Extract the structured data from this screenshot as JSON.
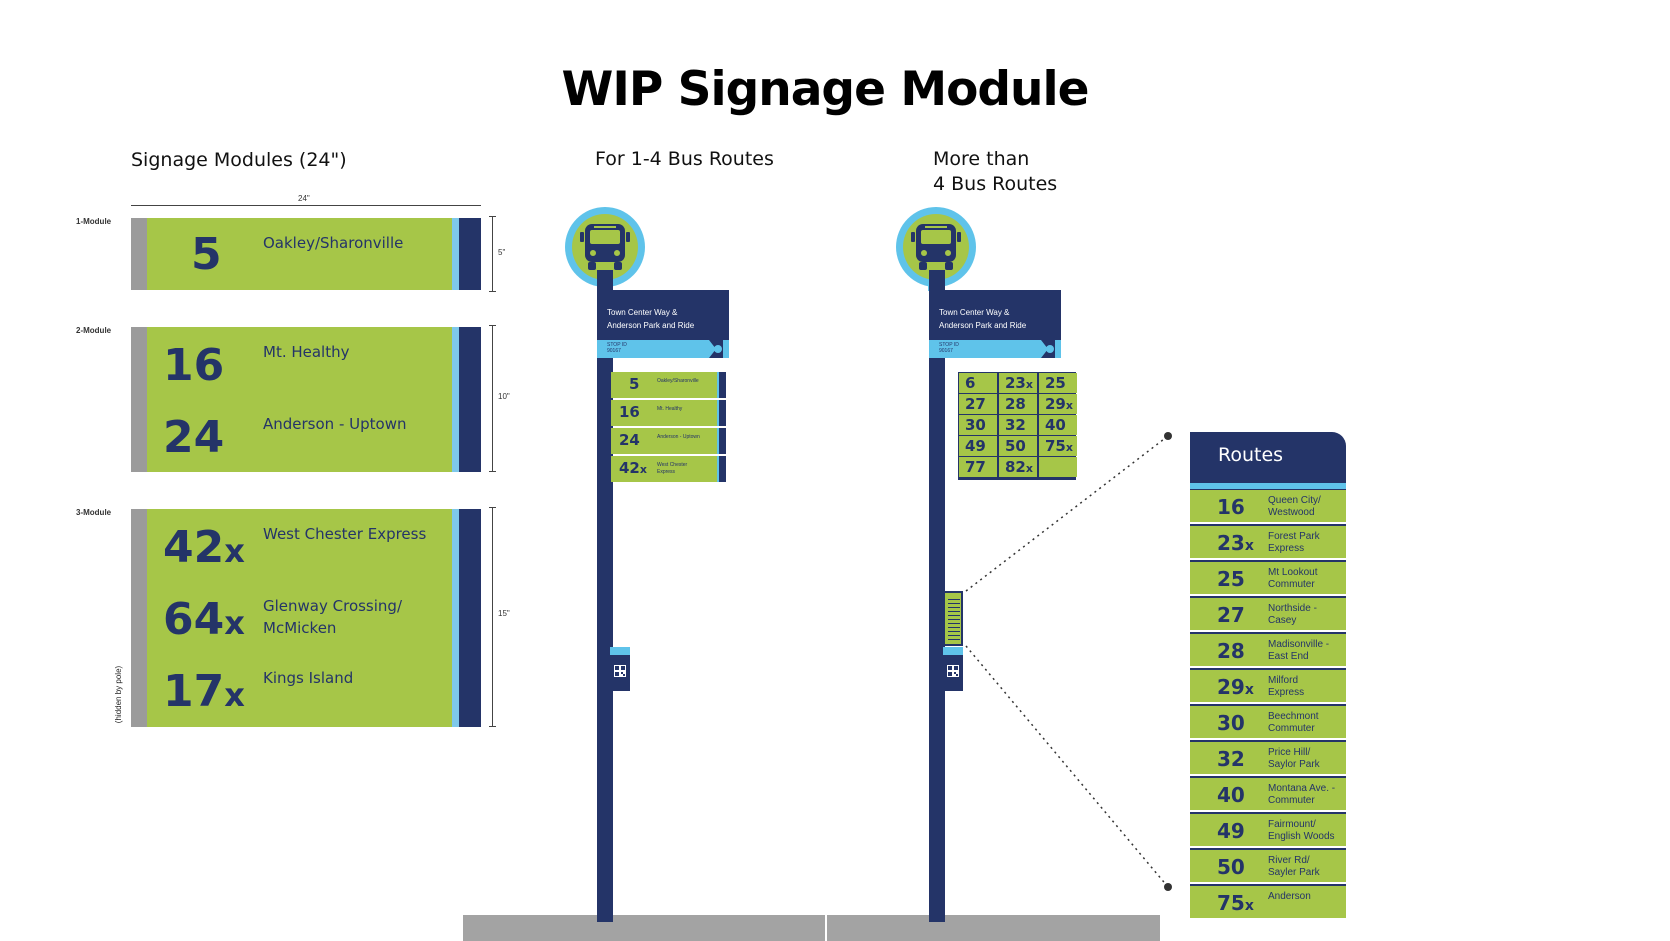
{
  "title": "WIP Signage Module",
  "sections": {
    "modules_heading": "Signage Modules (24\")",
    "few_routes_heading": "For 1-4 Bus Routes",
    "many_routes_heading_1": "More than",
    "many_routes_heading_2": "4 Bus Routes"
  },
  "dimensions": {
    "width_label": "24\"",
    "module1_height": "5\"",
    "module2_height": "10\"",
    "module3_height": "15\""
  },
  "modules": {
    "one": {
      "label": "1-Module",
      "rows": [
        {
          "number": "5",
          "suffix": "",
          "name": "Oakley/Sharonville"
        }
      ]
    },
    "two": {
      "label": "2-Module",
      "rows": [
        {
          "number": "16",
          "suffix": "",
          "name": "Mt. Healthy"
        },
        {
          "number": "24",
          "suffix": "",
          "name": "Anderson - Uptown"
        }
      ]
    },
    "three": {
      "label": "3-Module",
      "hidden_note": "(hidden by pole)",
      "rows": [
        {
          "number": "42",
          "suffix": "x",
          "name": "West Chester Express"
        },
        {
          "number": "64",
          "suffix": "x",
          "name": "Glenway Crossing/",
          "name2": "McMicken"
        },
        {
          "number": "17",
          "suffix": "x",
          "name": "Kings Island"
        }
      ]
    }
  },
  "stop_sign": {
    "line1": "Town Center Way &",
    "line2": "Anderson Park and Ride",
    "stop_id_label": "STOP ID",
    "stop_id_value": "90167"
  },
  "small_routes": [
    {
      "number": "5",
      "suffix": "",
      "name": "Oakley/Sharonville",
      "name2": ""
    },
    {
      "number": "16",
      "suffix": "",
      "name": "Mt. Healthy",
      "name2": ""
    },
    {
      "number": "24",
      "suffix": "",
      "name": "Anderson - Uptown",
      "name2": ""
    },
    {
      "number": "42",
      "suffix": "x",
      "name": "West Chester",
      "name2": "Express"
    }
  ],
  "grid_routes": [
    {
      "number": "6",
      "suffix": ""
    },
    {
      "number": "23",
      "suffix": "x"
    },
    {
      "number": "25",
      "suffix": ""
    },
    {
      "number": "27",
      "suffix": ""
    },
    {
      "number": "28",
      "suffix": ""
    },
    {
      "number": "29",
      "suffix": "x"
    },
    {
      "number": "30",
      "suffix": ""
    },
    {
      "number": "32",
      "suffix": ""
    },
    {
      "number": "40",
      "suffix": ""
    },
    {
      "number": "49",
      "suffix": ""
    },
    {
      "number": "50",
      "suffix": ""
    },
    {
      "number": "75",
      "suffix": "x"
    },
    {
      "number": "77",
      "suffix": ""
    },
    {
      "number": "82",
      "suffix": "x"
    }
  ],
  "routes_card": {
    "heading": "Routes",
    "rows": [
      {
        "number": "16",
        "suffix": "",
        "line1": "Queen City/",
        "line2": "Westwood"
      },
      {
        "number": "23",
        "suffix": "x",
        "line1": "Forest Park",
        "line2": "Express"
      },
      {
        "number": "25",
        "suffix": "",
        "line1": "Mt Lookout",
        "line2": "Commuter"
      },
      {
        "number": "27",
        "suffix": "",
        "line1": "Northside -",
        "line2": "Casey"
      },
      {
        "number": "28",
        "suffix": "",
        "line1": "Madisonville -",
        "line2": "East End"
      },
      {
        "number": "29",
        "suffix": "x",
        "line1": "Milford",
        "line2": "Express"
      },
      {
        "number": "30",
        "suffix": "",
        "line1": "Beechmont",
        "line2": "Commuter"
      },
      {
        "number": "32",
        "suffix": "",
        "line1": "Price Hill/",
        "line2": "Saylor Park"
      },
      {
        "number": "40",
        "suffix": "",
        "line1": "Montana Ave. -",
        "line2": "Commuter"
      },
      {
        "number": "49",
        "suffix": "",
        "line1": "Fairmount/",
        "line2": "English Woods"
      },
      {
        "number": "50",
        "suffix": "",
        "line1": "River Rd/",
        "line2": "Sayler Park"
      },
      {
        "number": "75",
        "suffix": "x",
        "line1": "Anderson",
        "line2": ""
      }
    ]
  },
  "icons": {
    "bus": "bus-icon",
    "qr": "qr-code-icon"
  },
  "colors": {
    "navy": "#243468",
    "lime": "#a6c648",
    "sky": "#5fc3ea",
    "gray": "#9b9b9b"
  }
}
